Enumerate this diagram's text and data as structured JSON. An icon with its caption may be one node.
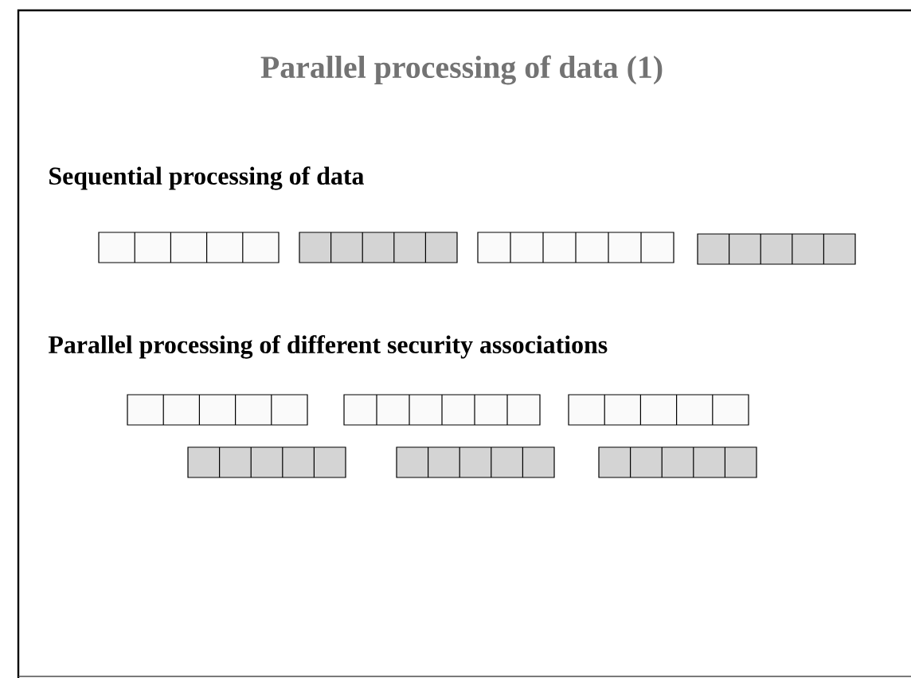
{
  "diagram": {
    "title": "Parallel processing of data (1)",
    "labels": [
      "Sequential processing of data",
      "Parallel processing of different security associations"
    ]
  }
}
